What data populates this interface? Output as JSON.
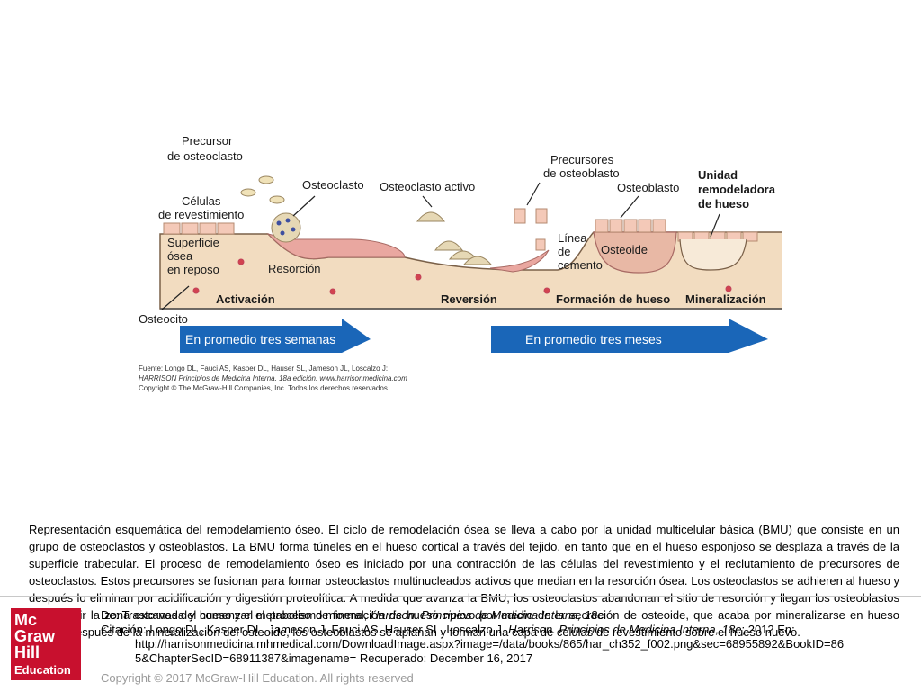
{
  "figure": {
    "labels": {
      "precursor_osteoclasto": [
        "Precursor",
        "de osteoclasto"
      ],
      "celulas_revestimiento": [
        "Células",
        "de revestimiento"
      ],
      "osteoclasto": "Osteoclasto",
      "osteoclasto_activo": "Osteoclasto activo",
      "precursores_osteoblasto": [
        "Precursores",
        "de osteoblasto"
      ],
      "osteoblasto": "Osteoblasto",
      "unidad_remodeladora": [
        "Unidad",
        "remodeladora",
        "de hueso"
      ],
      "superficie": [
        "Superficie",
        "ósea",
        "en reposo"
      ],
      "resorcion": "Resorción",
      "linea_cemento": [
        "Línea",
        "de",
        "cemento"
      ],
      "osteoide": "Osteoide",
      "osteocito": "Osteocito"
    },
    "phases": {
      "activacion": "Activación",
      "reversion": "Reversión",
      "formacion": "Formación de hueso",
      "mineralizacion": "Mineralización"
    },
    "arrows": {
      "weeks": "En promedio tres semanas",
      "months": "En promedio tres meses"
    },
    "credit": {
      "line1": "Fuente: Longo DL, Fauci AS, Kasper DL, Hauser SL, Jameson JL, Loscalzo J:",
      "line2": "HARRISON Principios de Medicina Interna, 18a edición: www.harrisonmedicina.com",
      "line3": "Copyright © The McGraw-Hill Companies, Inc. Todos los derechos reservados."
    },
    "colors": {
      "bone": "#f2dcc0",
      "bone_outline": "#7a6048",
      "resorption": "#e9a7a0",
      "osteoclast": "#e6d8b5",
      "osteoblast": "#f4c9b8",
      "nucleus_blue": "#3e4fa0",
      "nucleus_red": "#d2434f",
      "arrow_blue": "#1a66b8"
    }
  },
  "caption": {
    "text": "Representación esquemática del remodelamiento óseo. El ciclo de remodelación ósea se lleva a cabo por la unidad multicelular básica (BMU) que consiste en un grupo de osteoclastos y osteoblastos. La BMU forma túneles en el hueso cortical a través del tejido, en tanto que en el hueso esponjoso se desplaza a través de la superficie trabecular. El proceso de remodelamiento óseo es iniciado por una contracción de las células del revestimiento y el reclutamiento de precursores de osteoclastos. Estos precursores se fusionan para formar osteoclastos multinucleados activos que median en la resorción ósea. Los osteoclastos se adhieren al hueso y después lo eliminan por acidificación y digestión proteolítica. A medida que avanza la BMU, los osteoclastos abandonan el sitio de resorción y llegan los osteoblastos para cubrir la zona excavada y comenzar el proceso de formación de hueso nuevo por medio de la secreción de osteoide, que acaba por mineralizarse en hueso nuevo. Después de la mineralización del osteoide, los osteoblastos se aplanan y forman una capa de células de revestimiento sobre el hueso nuevo."
  },
  "logo": {
    "line1": "Mc",
    "line2": "Graw",
    "line3": "Hill",
    "line4": "Education"
  },
  "source": {
    "de_prefix": "De: Trastornos del hueso y el metabolismo mineral, ",
    "de_italic": "Harrison. Principios de Medicina Interna, 18e",
    "citation_prefix": "Citación: Longo DL, Kasper DL, Jameson J, Fauci AS, Hauser SL, Loscalzo J. ",
    "citation_italic": "Harrison. Principios de Medicina Interna, 18e",
    "citation_suffix": "; 2012 En:",
    "url": "http://harrisonmedicina.mhmedical.com/DownloadImage.aspx?image=/data/books/865/har_ch352_f002.png&sec=68955892&BookID=86",
    "url2": "5&ChapterSecID=68911387&imagename= Recuperado: December 16, 2017"
  },
  "copyright": "Copyright © 2017 McGraw-Hill Education. All rights reserved"
}
